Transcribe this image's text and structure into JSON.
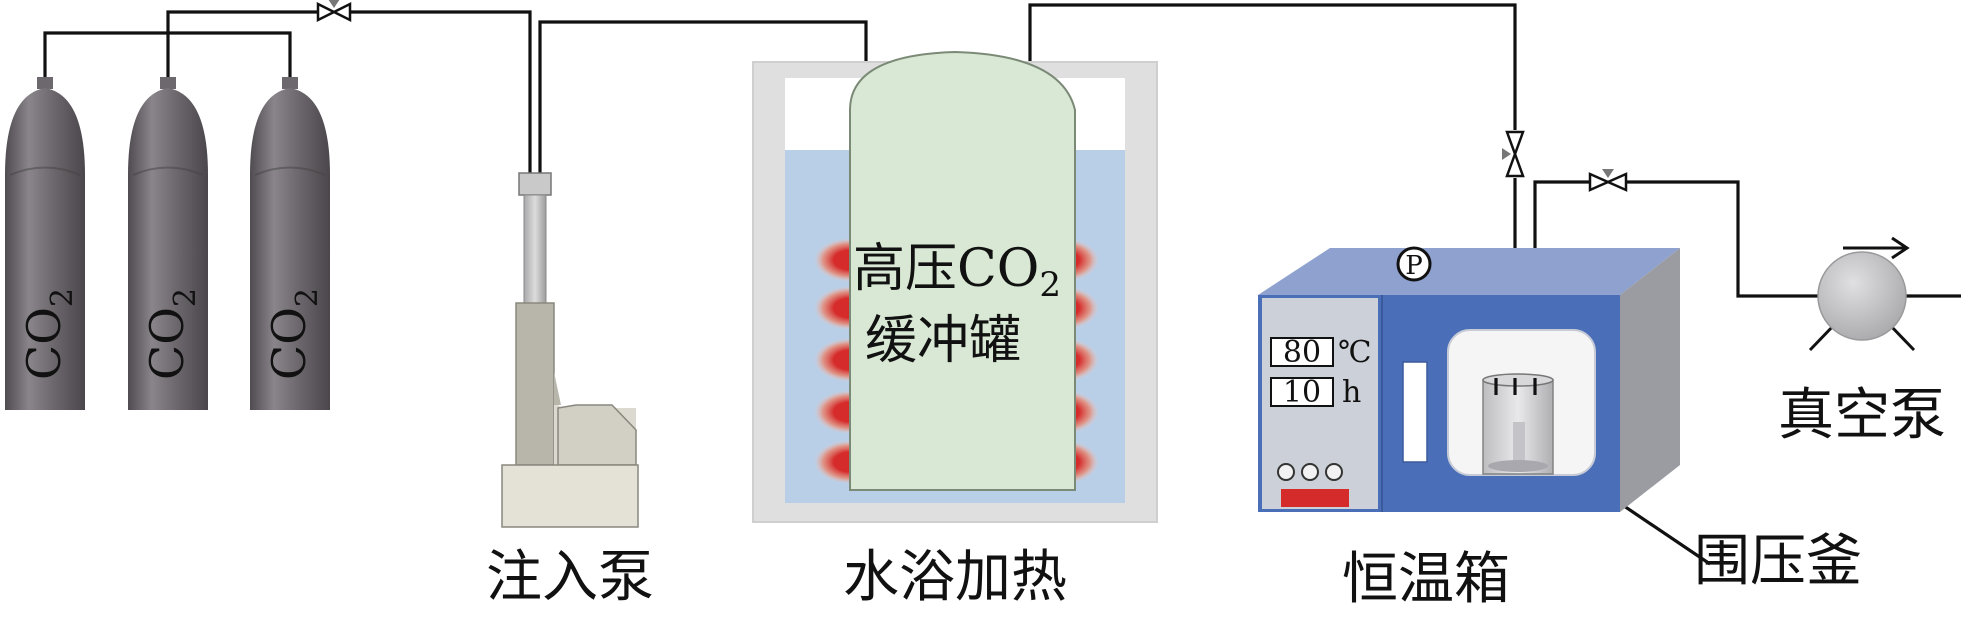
{
  "cylinders": [
    {
      "formula": "CO",
      "subscript": "2"
    },
    {
      "formula": "CO",
      "subscript": "2"
    },
    {
      "formula": "CO",
      "subscript": "2"
    }
  ],
  "labels": {
    "injection_pump": "注入泵",
    "water_bath": "水浴加热",
    "tank_line1": "高压CO",
    "tank_sub": "2",
    "tank_line2": "缓冲罐",
    "oven": "恒温箱",
    "vessel": "围压釜",
    "vacuum_pump": "真空泵",
    "pressure_gauge": "P"
  },
  "oven_panel": {
    "temperature_value": "80",
    "temperature_unit": "℃",
    "time_value": "10",
    "time_unit": "h"
  },
  "colors": {
    "cylinder": "#6d686d",
    "tank": "#d8e8d4",
    "water": "#b9cfe8",
    "heater": "#d52b2b",
    "oven_front": "#4a6eb8",
    "oven_top": "#8fa2cf",
    "oven_side": "#9a9ca2",
    "vacuum_pump": "#c4c4c6"
  },
  "icons": [
    "valve-icon",
    "pressure-gauge-icon",
    "flow-arrow-icon",
    "heater-element-icon"
  ]
}
